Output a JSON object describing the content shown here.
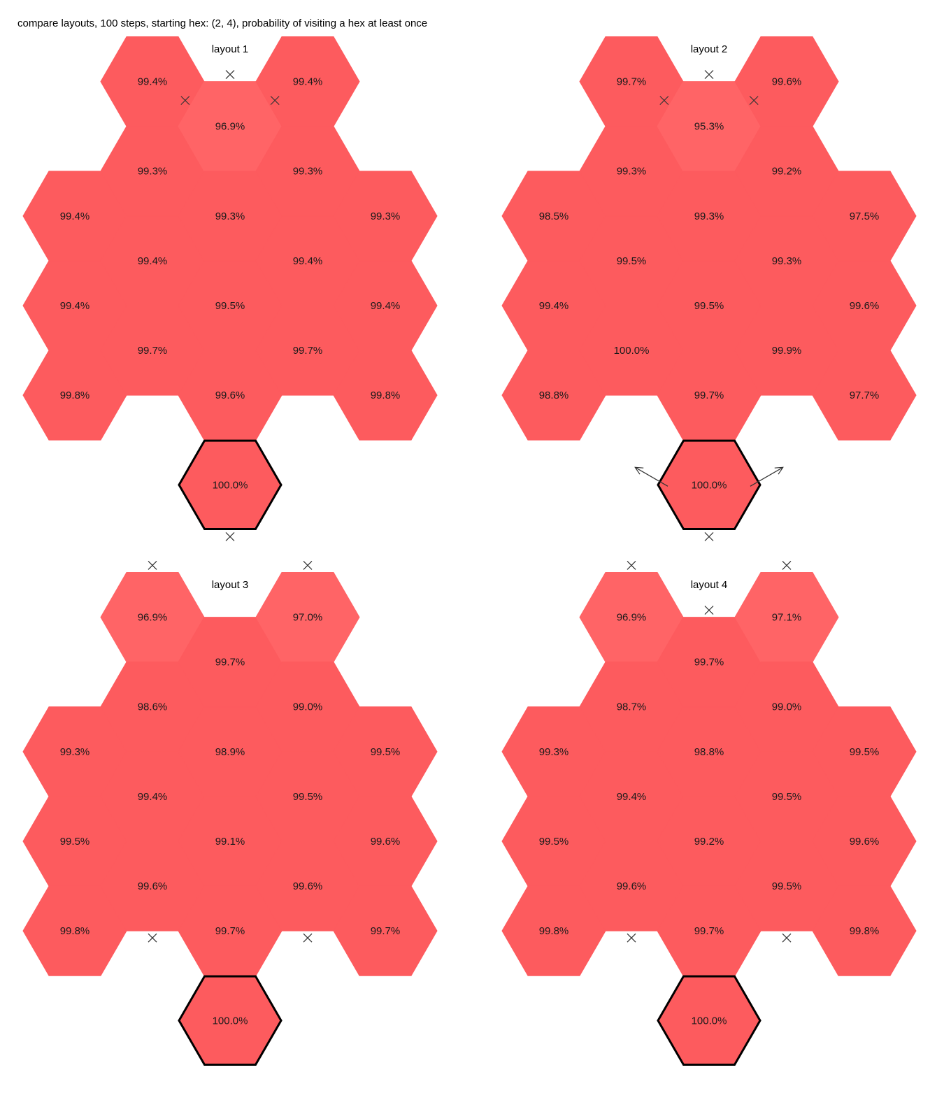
{
  "title": "compare layouts, 100 steps, starting hex: (2, 4), probability of visiting a hex at least once",
  "colors": {
    "hex_fill": "#fd5b5e",
    "hex_fill_light": "#ff6466",
    "start_outline": "#000000",
    "marker": "#333333",
    "background": "#ffffff"
  },
  "chart_data": [
    {
      "type": "heatmap",
      "title": "layout 1",
      "start": [
        2,
        4
      ],
      "cells": [
        {
          "col": 0,
          "row": 1,
          "label": "99.4%",
          "value": 99.4
        },
        {
          "col": 0,
          "row": 2,
          "label": "99.4%",
          "value": 99.4
        },
        {
          "col": 0,
          "row": 3,
          "label": "99.8%",
          "value": 99.8
        },
        {
          "col": 1,
          "row": 0,
          "label": "99.4%",
          "value": 99.4
        },
        {
          "col": 1,
          "row": 1,
          "label": "99.3%",
          "value": 99.3
        },
        {
          "col": 1,
          "row": 2,
          "label": "99.4%",
          "value": 99.4
        },
        {
          "col": 1,
          "row": 3,
          "label": "99.7%",
          "value": 99.7
        },
        {
          "col": 2,
          "row": 0,
          "label": "96.9%",
          "value": 96.9
        },
        {
          "col": 2,
          "row": 1,
          "label": "99.3%",
          "value": 99.3
        },
        {
          "col": 2,
          "row": 2,
          "label": "99.5%",
          "value": 99.5
        },
        {
          "col": 2,
          "row": 3,
          "label": "99.6%",
          "value": 99.6
        },
        {
          "col": 2,
          "row": 4,
          "label": "100.0%",
          "value": 100.0
        },
        {
          "col": 3,
          "row": 0,
          "label": "99.4%",
          "value": 99.4
        },
        {
          "col": 3,
          "row": 1,
          "label": "99.3%",
          "value": 99.3
        },
        {
          "col": 3,
          "row": 2,
          "label": "99.4%",
          "value": 99.4
        },
        {
          "col": 3,
          "row": 3,
          "label": "99.7%",
          "value": 99.7
        },
        {
          "col": 4,
          "row": 1,
          "label": "99.3%",
          "value": 99.3
        },
        {
          "col": 4,
          "row": 2,
          "label": "99.4%",
          "value": 99.4
        },
        {
          "col": 4,
          "row": 3,
          "label": "99.8%",
          "value": 99.8
        }
      ],
      "markers": [
        {
          "col": 2,
          "row": 0,
          "dir": "n",
          "kind": "cross"
        },
        {
          "col": 2,
          "row": 0,
          "dir": "nw",
          "kind": "cross"
        },
        {
          "col": 2,
          "row": 0,
          "dir": "ne",
          "kind": "cross"
        },
        {
          "col": 2,
          "row": 4,
          "dir": "s",
          "kind": "cross"
        }
      ]
    },
    {
      "type": "heatmap",
      "title": "layout 2",
      "start": [
        2,
        4
      ],
      "cells": [
        {
          "col": 0,
          "row": 1,
          "label": "98.5%",
          "value": 98.5
        },
        {
          "col": 0,
          "row": 2,
          "label": "99.4%",
          "value": 99.4
        },
        {
          "col": 0,
          "row": 3,
          "label": "98.8%",
          "value": 98.8
        },
        {
          "col": 1,
          "row": 0,
          "label": "99.7%",
          "value": 99.7
        },
        {
          "col": 1,
          "row": 1,
          "label": "99.3%",
          "value": 99.3
        },
        {
          "col": 1,
          "row": 2,
          "label": "99.5%",
          "value": 99.5
        },
        {
          "col": 1,
          "row": 3,
          "label": "100.0%",
          "value": 100.0
        },
        {
          "col": 2,
          "row": 0,
          "label": "95.3%",
          "value": 95.3
        },
        {
          "col": 2,
          "row": 1,
          "label": "99.3%",
          "value": 99.3
        },
        {
          "col": 2,
          "row": 2,
          "label": "99.5%",
          "value": 99.5
        },
        {
          "col": 2,
          "row": 3,
          "label": "99.7%",
          "value": 99.7
        },
        {
          "col": 2,
          "row": 4,
          "label": "100.0%",
          "value": 100.0
        },
        {
          "col": 3,
          "row": 0,
          "label": "99.6%",
          "value": 99.6
        },
        {
          "col": 3,
          "row": 1,
          "label": "99.2%",
          "value": 99.2
        },
        {
          "col": 3,
          "row": 2,
          "label": "99.3%",
          "value": 99.3
        },
        {
          "col": 3,
          "row": 3,
          "label": "99.9%",
          "value": 99.9
        },
        {
          "col": 4,
          "row": 1,
          "label": "97.5%",
          "value": 97.5
        },
        {
          "col": 4,
          "row": 2,
          "label": "99.6%",
          "value": 99.6
        },
        {
          "col": 4,
          "row": 3,
          "label": "97.7%",
          "value": 97.7
        }
      ],
      "markers": [
        {
          "col": 2,
          "row": 0,
          "dir": "n",
          "kind": "cross"
        },
        {
          "col": 2,
          "row": 0,
          "dir": "nw",
          "kind": "cross"
        },
        {
          "col": 2,
          "row": 0,
          "dir": "ne",
          "kind": "cross"
        },
        {
          "col": 2,
          "row": 4,
          "dir": "s",
          "kind": "cross"
        },
        {
          "col": 2,
          "row": 4,
          "dir": "nw",
          "kind": "arrow"
        },
        {
          "col": 2,
          "row": 4,
          "dir": "ne",
          "kind": "arrow"
        }
      ]
    },
    {
      "type": "heatmap",
      "title": "layout 3",
      "start": [
        2,
        4
      ],
      "cells": [
        {
          "col": 0,
          "row": 1,
          "label": "99.3%",
          "value": 99.3
        },
        {
          "col": 0,
          "row": 2,
          "label": "99.5%",
          "value": 99.5
        },
        {
          "col": 0,
          "row": 3,
          "label": "99.8%",
          "value": 99.8
        },
        {
          "col": 1,
          "row": 0,
          "label": "96.9%",
          "value": 96.9
        },
        {
          "col": 1,
          "row": 1,
          "label": "98.6%",
          "value": 98.6
        },
        {
          "col": 1,
          "row": 2,
          "label": "99.4%",
          "value": 99.4
        },
        {
          "col": 1,
          "row": 3,
          "label": "99.6%",
          "value": 99.6
        },
        {
          "col": 2,
          "row": 0,
          "label": "99.7%",
          "value": 99.7
        },
        {
          "col": 2,
          "row": 1,
          "label": "98.9%",
          "value": 98.9
        },
        {
          "col": 2,
          "row": 2,
          "label": "99.1%",
          "value": 99.1
        },
        {
          "col": 2,
          "row": 3,
          "label": "99.7%",
          "value": 99.7
        },
        {
          "col": 2,
          "row": 4,
          "label": "100.0%",
          "value": 100.0
        },
        {
          "col": 3,
          "row": 0,
          "label": "97.0%",
          "value": 97.0
        },
        {
          "col": 3,
          "row": 1,
          "label": "99.0%",
          "value": 99.0
        },
        {
          "col": 3,
          "row": 2,
          "label": "99.5%",
          "value": 99.5
        },
        {
          "col": 3,
          "row": 3,
          "label": "99.6%",
          "value": 99.6
        },
        {
          "col": 4,
          "row": 1,
          "label": "99.5%",
          "value": 99.5
        },
        {
          "col": 4,
          "row": 2,
          "label": "99.6%",
          "value": 99.6
        },
        {
          "col": 4,
          "row": 3,
          "label": "99.7%",
          "value": 99.7
        }
      ],
      "markers": [
        {
          "col": 1,
          "row": 0,
          "dir": "n",
          "kind": "cross"
        },
        {
          "col": 3,
          "row": 0,
          "dir": "n",
          "kind": "cross"
        },
        {
          "col": 1,
          "row": 3,
          "dir": "s",
          "kind": "cross"
        },
        {
          "col": 3,
          "row": 3,
          "dir": "s",
          "kind": "cross"
        }
      ]
    },
    {
      "type": "heatmap",
      "title": "layout 4",
      "start": [
        2,
        4
      ],
      "cells": [
        {
          "col": 0,
          "row": 1,
          "label": "99.3%",
          "value": 99.3
        },
        {
          "col": 0,
          "row": 2,
          "label": "99.5%",
          "value": 99.5
        },
        {
          "col": 0,
          "row": 3,
          "label": "99.8%",
          "value": 99.8
        },
        {
          "col": 1,
          "row": 0,
          "label": "96.9%",
          "value": 96.9
        },
        {
          "col": 1,
          "row": 1,
          "label": "98.7%",
          "value": 98.7
        },
        {
          "col": 1,
          "row": 2,
          "label": "99.4%",
          "value": 99.4
        },
        {
          "col": 1,
          "row": 3,
          "label": "99.6%",
          "value": 99.6
        },
        {
          "col": 2,
          "row": 0,
          "label": "99.7%",
          "value": 99.7
        },
        {
          "col": 2,
          "row": 1,
          "label": "98.8%",
          "value": 98.8
        },
        {
          "col": 2,
          "row": 2,
          "label": "99.2%",
          "value": 99.2
        },
        {
          "col": 2,
          "row": 3,
          "label": "99.7%",
          "value": 99.7
        },
        {
          "col": 2,
          "row": 4,
          "label": "100.0%",
          "value": 100.0
        },
        {
          "col": 3,
          "row": 0,
          "label": "97.1%",
          "value": 97.1
        },
        {
          "col": 3,
          "row": 1,
          "label": "99.0%",
          "value": 99.0
        },
        {
          "col": 3,
          "row": 2,
          "label": "99.5%",
          "value": 99.5
        },
        {
          "col": 3,
          "row": 3,
          "label": "99.5%",
          "value": 99.5
        },
        {
          "col": 4,
          "row": 1,
          "label": "99.5%",
          "value": 99.5
        },
        {
          "col": 4,
          "row": 2,
          "label": "99.6%",
          "value": 99.6
        },
        {
          "col": 4,
          "row": 3,
          "label": "99.8%",
          "value": 99.8
        }
      ],
      "markers": [
        {
          "col": 2,
          "row": 0,
          "dir": "n",
          "kind": "cross"
        },
        {
          "col": 1,
          "row": 0,
          "dir": "n",
          "kind": "cross"
        },
        {
          "col": 3,
          "row": 0,
          "dir": "n",
          "kind": "cross"
        },
        {
          "col": 1,
          "row": 3,
          "dir": "s",
          "kind": "cross"
        },
        {
          "col": 3,
          "row": 3,
          "dir": "s",
          "kind": "cross"
        }
      ]
    }
  ]
}
